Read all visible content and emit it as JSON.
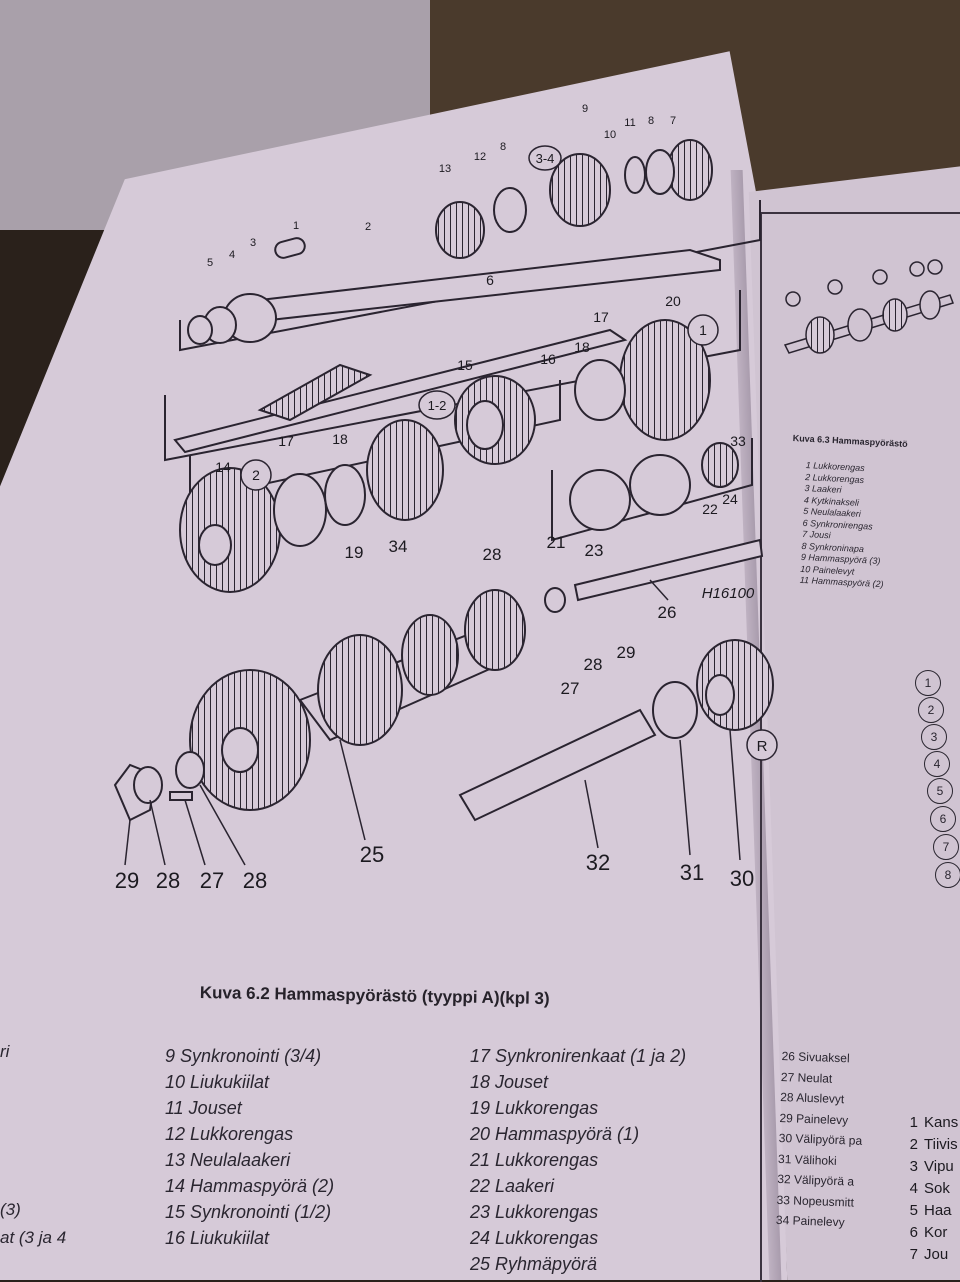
{
  "figure": {
    "caption": "Kuva 6.2 Hammaspyörästö (tyyppi A)(kpl 3)",
    "drawing_code": "H16100",
    "labels": {
      "group_3_4": "3-4",
      "group_1_2": "1-2",
      "gear_1": "1",
      "gear_2": "2",
      "gear_r": "R",
      "n1": "1",
      "n2": "2",
      "n3": "3",
      "n4": "4",
      "n5": "5",
      "n6": "6",
      "n7": "7",
      "n8": "8",
      "n9": "9",
      "n10": "10",
      "n11": "11",
      "n12": "12",
      "n13": "13",
      "n14": "14",
      "n15": "15",
      "n16": "16",
      "n17a": "17",
      "n17b": "17",
      "n18a": "18",
      "n18b": "18",
      "n19": "19",
      "n20": "20",
      "n21": "21",
      "n22": "22",
      "n23": "23",
      "n24": "24",
      "n25": "25",
      "n26": "26",
      "n27a": "27",
      "n27b": "27",
      "n28a": "28",
      "n28b": "28",
      "n28c": "28",
      "n28d": "28",
      "n29a": "29",
      "n29b": "29",
      "n30": "30",
      "n31": "31",
      "n32": "32",
      "n33": "33",
      "n34": "34"
    }
  },
  "legend": {
    "edge": [
      "ri",
      "(3)",
      "at (3 ja 4"
    ],
    "col1": [
      "9 Synkronointi (3/4)",
      "10 Liukukiilat",
      "11 Jouset",
      "12 Lukkorengas",
      "13 Neulalaakeri",
      "14 Hammaspyörä (2)",
      "15 Synkronointi (1/2)",
      "16 Liukukiilat"
    ],
    "col2": [
      "17 Synkronirenkaat (1 ja 2)",
      "18 Jouset",
      "19 Lukkorengas",
      "20 Hammaspyörä (1)",
      "21 Lukkorengas",
      "22 Laakeri",
      "23 Lukkorengas",
      "24 Lukkorengas",
      "25 Ryhmäpyörä"
    ],
    "col3": [
      "26 Sivuaksel",
      "27 Neulat",
      "28 Aluslevyt",
      "29 Painelevy",
      "30 Välipyörä pa",
      "31 Välihoki",
      "32 Välipyörä a",
      "33 Nopeusmitt",
      "34 Painelevy"
    ]
  },
  "right_page": {
    "caption": "Kuva 6.3 Hammaspyörästö",
    "legend": [
      "1 Lukkorengas",
      "2 Lukkorengas",
      "3 Laakeri",
      "4 Kytkinakseli",
      "5 Neulalaakeri",
      "6 Synkronirengas",
      "7 Jousi",
      "8 Synkroninapa",
      "9 Hammaspyörä (3)",
      "10 Painelevyt",
      "11 Hammaspyörä (2)"
    ],
    "circles": [
      "1",
      "2",
      "3",
      "4",
      "5",
      "6",
      "7",
      "8"
    ],
    "parts_list": [
      {
        "n": "1",
        "t": "Kans"
      },
      {
        "n": "2",
        "t": "Tiivis"
      },
      {
        "n": "3",
        "t": "Vipu"
      },
      {
        "n": "4",
        "t": "Sok"
      },
      {
        "n": "5",
        "t": "Haa"
      },
      {
        "n": "6",
        "t": "Kor"
      },
      {
        "n": "7",
        "t": "Jou"
      }
    ]
  }
}
